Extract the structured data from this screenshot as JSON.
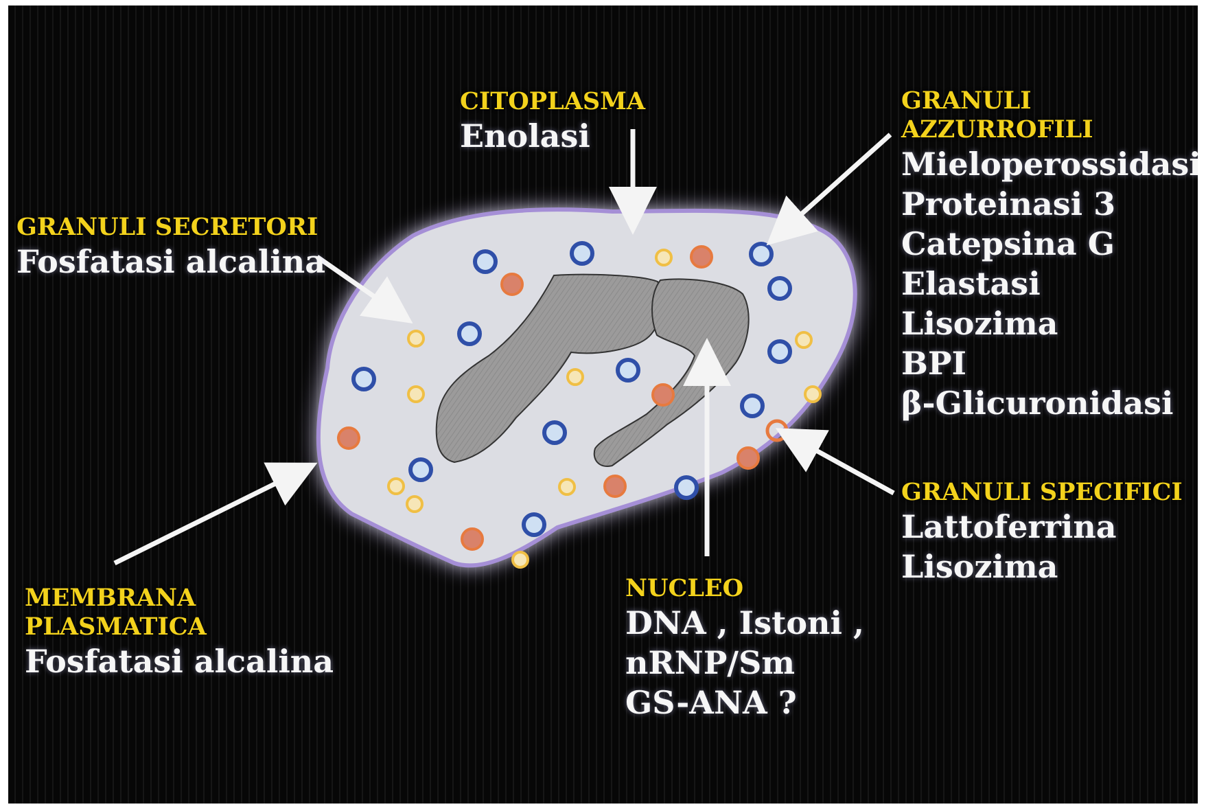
{
  "colors": {
    "background": "#070707",
    "cell_fill": "#dcdde3",
    "cell_outline": "#a58fd6",
    "nucleus_fill": "#9c9b9b",
    "heading_yellow": "#f3d21c",
    "text_white": "#f6f6f6",
    "granule_azurophil": "#2f4fa8",
    "granule_specific": "#e07a4a",
    "granule_secretory": "#f0bf45",
    "arrow": "#f4f4f4"
  },
  "labels": {
    "citoplasma": {
      "heading": [
        "CITOPLASMA"
      ],
      "items": [
        "Enolasi"
      ]
    },
    "granuli_azzurrofili": {
      "heading": [
        "GRANULI",
        "AZZURROFILI"
      ],
      "items": [
        "Mieloperossidasi",
        "Proteinasi 3",
        "Catepsina G",
        "Elastasi",
        "Lisozima",
        "BPI",
        "β-Glicuronidasi"
      ]
    },
    "granuli_secretori": {
      "heading": [
        "GRANULI SECRETORI"
      ],
      "items": [
        "Fosfatasi alcalina"
      ]
    },
    "granuli_specifici": {
      "heading": [
        "GRANULI SPECIFICI"
      ],
      "items": [
        "Lattoferrina",
        "Lisozima"
      ]
    },
    "membrana_plasmatica": {
      "heading": [
        "MEMBRANA",
        "PLASMATICA"
      ],
      "items": [
        "Fosfatasi alcalina"
      ]
    },
    "nucleo": {
      "heading": [
        "NUCLEO"
      ],
      "items": [
        "DNA , Istoni ,",
        "nRNP/Sm",
        "GS-ANA ?"
      ]
    }
  },
  "icons": {
    "arrow": "arrow-icon",
    "granule_azurophil": "blue-ring-granule-icon",
    "granule_specific": "orange-granule-icon",
    "granule_secretory": "yellow-granule-icon"
  }
}
